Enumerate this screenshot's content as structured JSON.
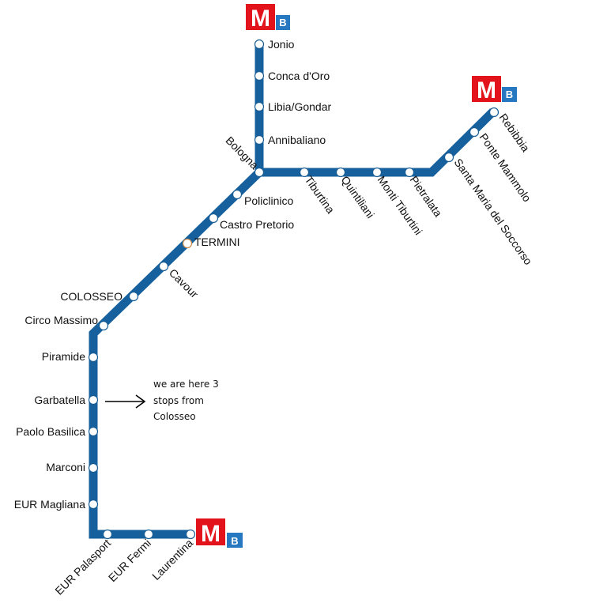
{
  "map": {
    "line_color": "#16609d",
    "logo_red": "#e3131b",
    "logo_blue": "#2678c0",
    "logo": {
      "letter": "M",
      "line": "B"
    },
    "stations": {
      "jonio": "Jonio",
      "conca": "Conca d'Oro",
      "libia": "Libia/Gondar",
      "annibaliano": "Annibaliano",
      "bologna": "Bologna",
      "tiburtina": "Tiburtina",
      "quintiliani": "Quintiliani",
      "monti": "Monti Tiburtini",
      "pietralata": "Pietralata",
      "santa_maria": "Santa Maria del Soccorso",
      "ponte": "Ponte Mammolo",
      "rebibbia": "Rebibbia",
      "policlinico": "Policlinico",
      "castro": "Castro Pretorio",
      "termini": "TERMINI",
      "cavour": "Cavour",
      "colosseo": "COLOSSEO",
      "circo": "Circo Massimo",
      "piramide": "Piramide",
      "garbatella": "Garbatella",
      "paolo": "Paolo Basilica",
      "marconi": "Marconi",
      "eur_magliana": "EUR Magliana",
      "eur_palasport": "EUR Palasport",
      "eur_fermi": "EUR Fermi",
      "laurentina": "Laurentina"
    },
    "annotation": {
      "lines": [
        "we are here 3",
        "stops from",
        "Colosseo"
      ]
    }
  }
}
